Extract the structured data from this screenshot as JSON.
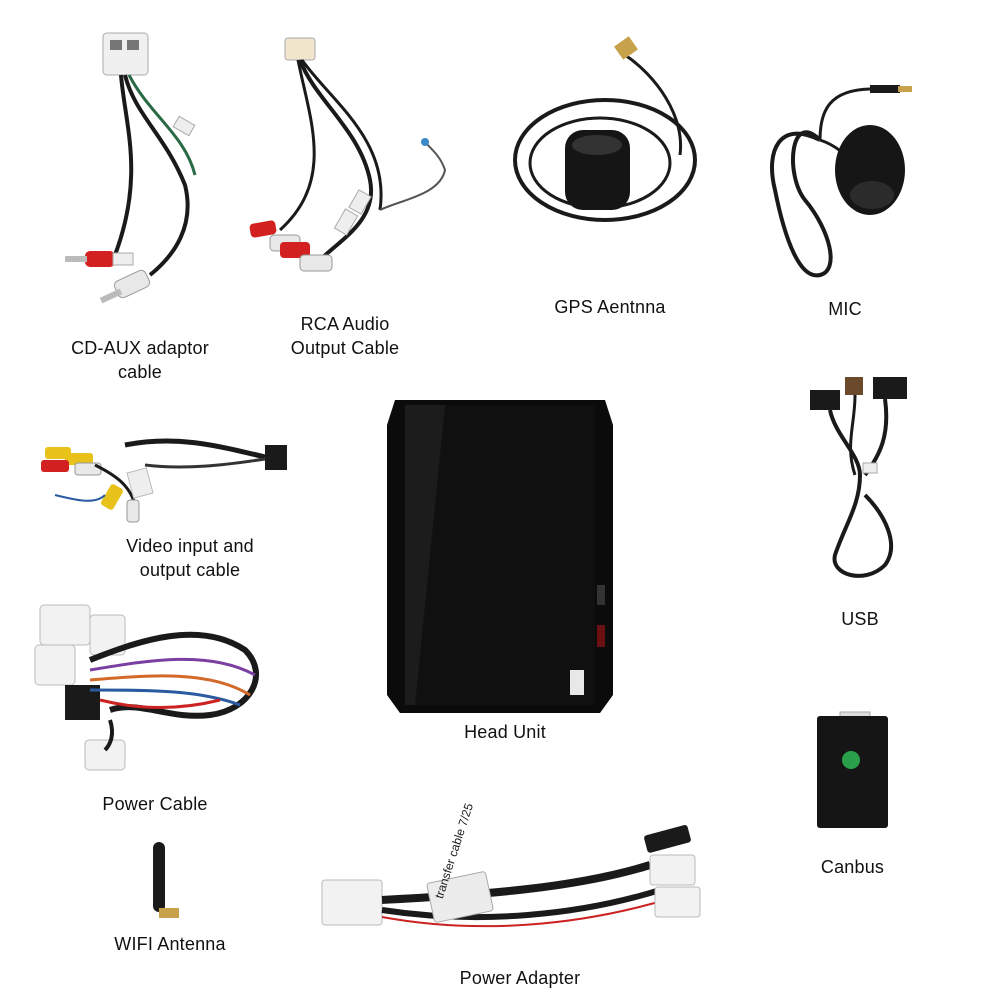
{
  "items": {
    "cd_aux": {
      "label_line1": "CD-AUX adaptor",
      "label_line2": "cable"
    },
    "rca_audio": {
      "label_line1": "RCA Audio",
      "label_line2": "Output Cable"
    },
    "gps": {
      "label": "GPS Aentnna"
    },
    "mic": {
      "label": "MIC"
    },
    "video": {
      "label_line1": "Video input and",
      "label_line2": "output cable"
    },
    "head_unit": {
      "label": "Head Unit"
    },
    "usb": {
      "label": "USB"
    },
    "power_cable": {
      "label": "Power Cable"
    },
    "canbus": {
      "label": "Canbus"
    },
    "wifi": {
      "label": "WIFI Antenna"
    },
    "power_adapter": {
      "label": "Power Adapter",
      "sleeve_text": "transfer cable 7/25"
    }
  },
  "colors": {
    "cable_black": "#1a1a1a",
    "rca_red": "#d32020",
    "rca_white": "#e8e8e8",
    "rca_yellow": "#e8c21a",
    "connector_white": "#f2f2f2",
    "screen": "#0b0b0b",
    "gold": "#c8a24a"
  }
}
